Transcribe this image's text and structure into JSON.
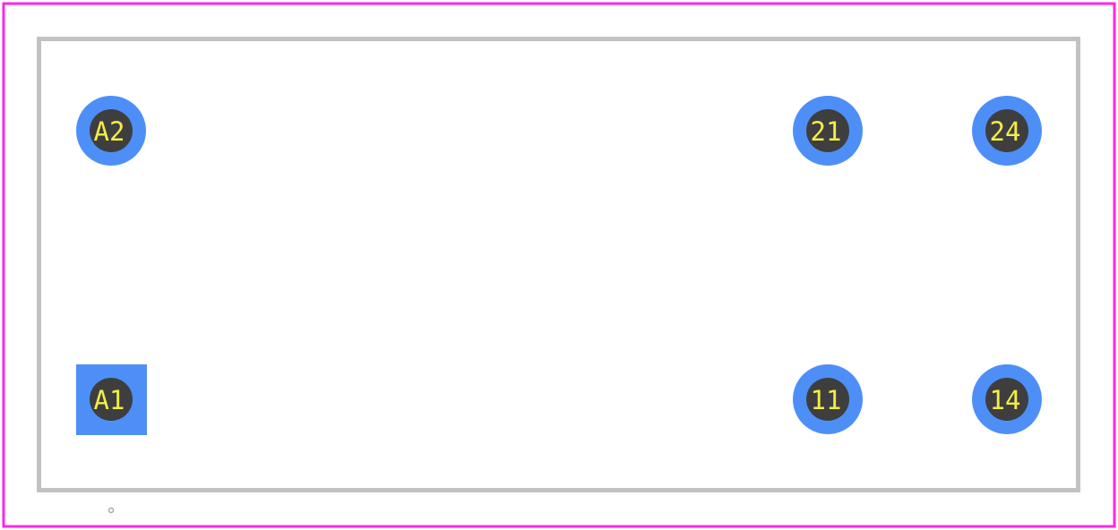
{
  "footprint": {
    "colors": {
      "courtyard": "#ff26e2",
      "silkscreen": "#c2c2c2",
      "pad_copper": "#4d8ff7",
      "drill_hole": "#3e3e3e",
      "pad_label": "#f2ec4a",
      "origin_marker": "#a8a8a8"
    },
    "pads": [
      {
        "id": "A2",
        "label": "A2",
        "shape": "round"
      },
      {
        "id": "21",
        "label": "21",
        "shape": "round"
      },
      {
        "id": "24",
        "label": "24",
        "shape": "round"
      },
      {
        "id": "A1",
        "label": "A1",
        "shape": "square"
      },
      {
        "id": "11",
        "label": "11",
        "shape": "round"
      },
      {
        "id": "14",
        "label": "14",
        "shape": "round"
      }
    ]
  }
}
